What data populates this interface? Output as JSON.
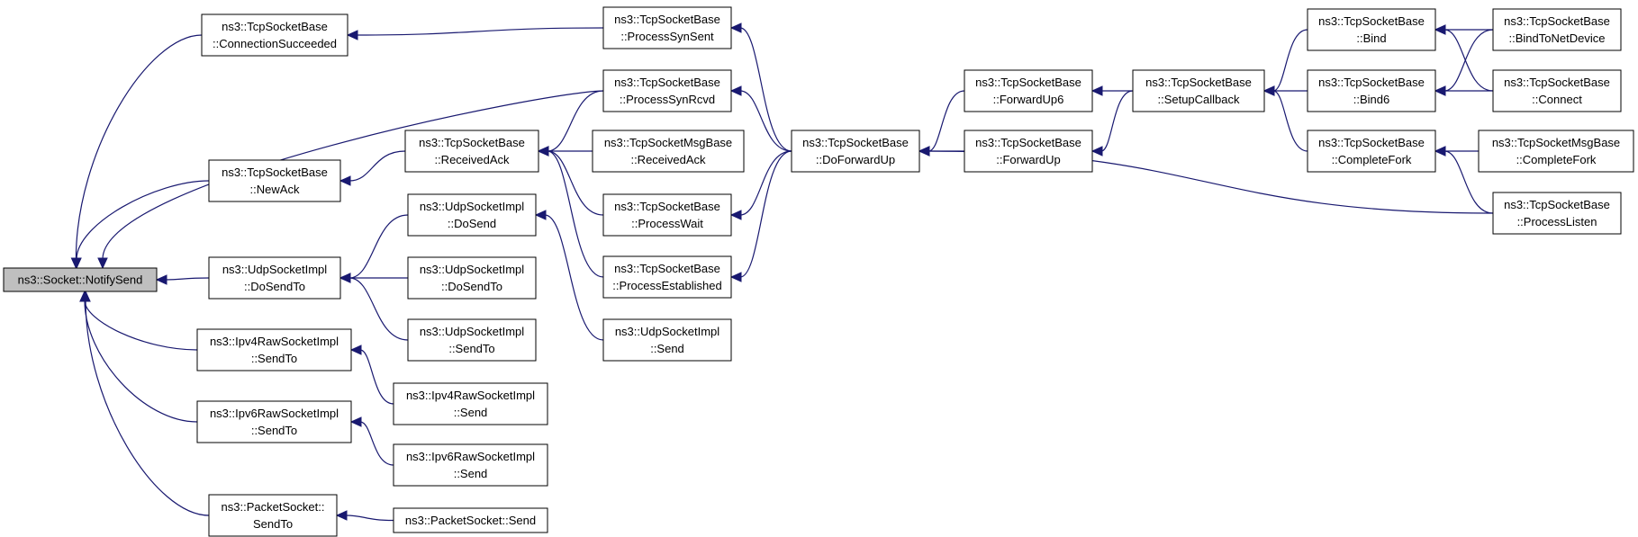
{
  "diagram": {
    "type": "call-graph",
    "colors": {
      "edge": "#191970",
      "node_border": "#000000",
      "node_fill": "#ffffff",
      "root_fill": "#bfbfbf"
    },
    "nodes": [
      {
        "id": "notifysend",
        "lines": [
          "ns3::Socket::NotifySend"
        ],
        "root": true
      },
      {
        "id": "connsucc",
        "lines": [
          "ns3::TcpSocketBase",
          "::ConnectionSucceeded"
        ]
      },
      {
        "id": "newack",
        "lines": [
          "ns3::TcpSocketBase",
          "::NewAck"
        ]
      },
      {
        "id": "udpdosendto",
        "lines": [
          "ns3::UdpSocketImpl",
          "::DoSendTo"
        ]
      },
      {
        "id": "ipv4sendto",
        "lines": [
          "ns3::Ipv4RawSocketImpl",
          "::SendTo"
        ]
      },
      {
        "id": "ipv6sendto",
        "lines": [
          "ns3::Ipv6RawSocketImpl",
          "::SendTo"
        ]
      },
      {
        "id": "packetsendto",
        "lines": [
          "ns3::PacketSocket::",
          "SendTo"
        ]
      },
      {
        "id": "receivedack",
        "lines": [
          "ns3::TcpSocketBase",
          "::ReceivedAck"
        ]
      },
      {
        "id": "udpdosend",
        "lines": [
          "ns3::UdpSocketImpl",
          "::DoSend"
        ]
      },
      {
        "id": "udpdosendto2",
        "lines": [
          "ns3::UdpSocketImpl",
          "::DoSendTo"
        ]
      },
      {
        "id": "udpsendto",
        "lines": [
          "ns3::UdpSocketImpl",
          "::SendTo"
        ]
      },
      {
        "id": "ipv4send",
        "lines": [
          "ns3::Ipv4RawSocketImpl",
          "::Send"
        ]
      },
      {
        "id": "ipv6send",
        "lines": [
          "ns3::Ipv6RawSocketImpl",
          "::Send"
        ]
      },
      {
        "id": "packetsend",
        "lines": [
          "ns3::PacketSocket::Send"
        ]
      },
      {
        "id": "procsynsent",
        "lines": [
          "ns3::TcpSocketBase",
          "::ProcessSynSent"
        ]
      },
      {
        "id": "procsynrcvd",
        "lines": [
          "ns3::TcpSocketBase",
          "::ProcessSynRcvd"
        ]
      },
      {
        "id": "msgrecvack",
        "lines": [
          "ns3::TcpSocketMsgBase",
          "::ReceivedAck"
        ]
      },
      {
        "id": "procwait",
        "lines": [
          "ns3::TcpSocketBase",
          "::ProcessWait"
        ]
      },
      {
        "id": "procestab",
        "lines": [
          "ns3::TcpSocketBase",
          "::ProcessEstablished"
        ]
      },
      {
        "id": "udpsend",
        "lines": [
          "ns3::UdpSocketImpl",
          "::Send"
        ]
      },
      {
        "id": "doforwardup",
        "lines": [
          "ns3::TcpSocketBase",
          "::DoForwardUp"
        ]
      },
      {
        "id": "forwardup6",
        "lines": [
          "ns3::TcpSocketBase",
          "::ForwardUp6"
        ]
      },
      {
        "id": "forwardup",
        "lines": [
          "ns3::TcpSocketBase",
          "::ForwardUp"
        ]
      },
      {
        "id": "setupcb",
        "lines": [
          "ns3::TcpSocketBase",
          "::SetupCallback"
        ]
      },
      {
        "id": "bind",
        "lines": [
          "ns3::TcpSocketBase",
          "::Bind"
        ]
      },
      {
        "id": "bind6",
        "lines": [
          "ns3::TcpSocketBase",
          "::Bind6"
        ]
      },
      {
        "id": "completefork",
        "lines": [
          "ns3::TcpSocketBase",
          "::CompleteFork"
        ]
      },
      {
        "id": "bindnetdev",
        "lines": [
          "ns3::TcpSocketBase",
          "::BindToNetDevice"
        ]
      },
      {
        "id": "connect",
        "lines": [
          "ns3::TcpSocketBase",
          "::Connect"
        ]
      },
      {
        "id": "msgcompletefork",
        "lines": [
          "ns3::TcpSocketMsgBase",
          "::CompleteFork"
        ]
      },
      {
        "id": "proclisten",
        "lines": [
          "ns3::TcpSocketBase",
          "::ProcessListen"
        ]
      }
    ],
    "edges": [
      {
        "from": "connsucc",
        "to": "notifysend"
      },
      {
        "from": "procsynrcvd",
        "to": "notifysend"
      },
      {
        "from": "newack",
        "to": "notifysend"
      },
      {
        "from": "udpdosendto",
        "to": "notifysend"
      },
      {
        "from": "ipv4sendto",
        "to": "notifysend"
      },
      {
        "from": "ipv6sendto",
        "to": "notifysend"
      },
      {
        "from": "packetsendto",
        "to": "notifysend"
      },
      {
        "from": "procsynsent",
        "to": "connsucc"
      },
      {
        "from": "receivedack",
        "to": "newack"
      },
      {
        "from": "procsynrcvd",
        "to": "receivedack"
      },
      {
        "from": "msgrecvack",
        "to": "receivedack"
      },
      {
        "from": "procwait",
        "to": "receivedack"
      },
      {
        "from": "procestab",
        "to": "receivedack"
      },
      {
        "from": "udpdosend",
        "to": "udpdosendto"
      },
      {
        "from": "udpdosendto2",
        "to": "udpdosendto"
      },
      {
        "from": "udpsendto",
        "to": "udpdosendto"
      },
      {
        "from": "udpsend",
        "to": "udpdosend"
      },
      {
        "from": "ipv4send",
        "to": "ipv4sendto"
      },
      {
        "from": "ipv6send",
        "to": "ipv6sendto"
      },
      {
        "from": "packetsend",
        "to": "packetsendto"
      },
      {
        "from": "doforwardup",
        "to": "procsynsent"
      },
      {
        "from": "doforwardup",
        "to": "procsynrcvd"
      },
      {
        "from": "doforwardup",
        "to": "procwait"
      },
      {
        "from": "doforwardup",
        "to": "procestab"
      },
      {
        "from": "forwardup6",
        "to": "doforwardup"
      },
      {
        "from": "forwardup",
        "to": "doforwardup"
      },
      {
        "from": "proclisten",
        "to": "doforwardup"
      },
      {
        "from": "setupcb",
        "to": "forwardup6"
      },
      {
        "from": "setupcb",
        "to": "forwardup"
      },
      {
        "from": "bind",
        "to": "setupcb"
      },
      {
        "from": "bind6",
        "to": "setupcb"
      },
      {
        "from": "completefork",
        "to": "setupcb"
      },
      {
        "from": "bindnetdev",
        "to": "bind"
      },
      {
        "from": "connect",
        "to": "bind"
      },
      {
        "from": "bindnetdev",
        "to": "bind6"
      },
      {
        "from": "connect",
        "to": "bind6"
      },
      {
        "from": "msgcompletefork",
        "to": "completefork"
      },
      {
        "from": "proclisten",
        "to": "completefork"
      }
    ]
  }
}
